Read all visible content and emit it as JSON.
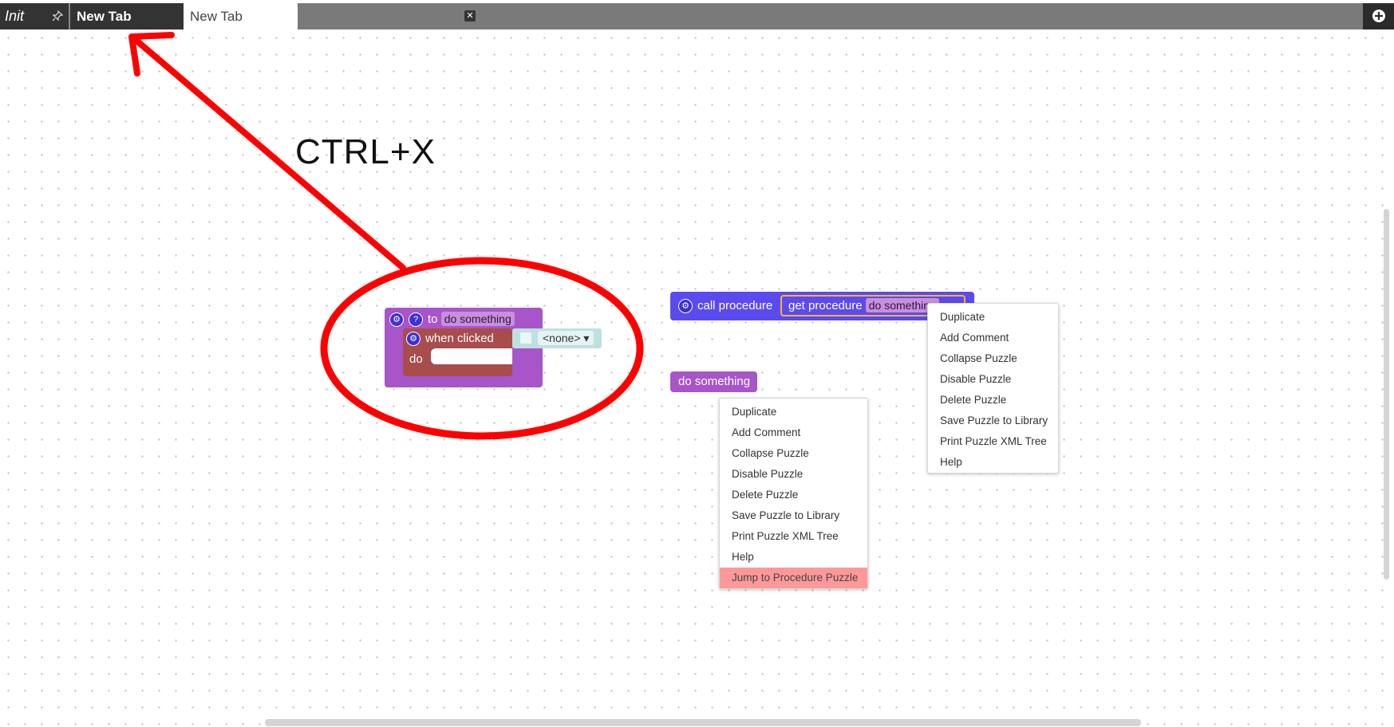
{
  "tabs": {
    "init_label": "Init",
    "pin_icon": "pin-icon",
    "tab1_label": "New Tab",
    "tab2_label": "New Tab",
    "close_icon": "close-icon",
    "add_icon": "plus-icon"
  },
  "annotation": {
    "shortcut_text": "CTRL+X",
    "color": "#ff0000"
  },
  "blocks": {
    "proc_def": {
      "prefix": "to",
      "name": "do something"
    },
    "when_clicked": {
      "label": "when clicked",
      "do_label": "do",
      "value": "<none>"
    },
    "call_procedure": {
      "label": "call procedure",
      "get_label": "get procedure",
      "get_value": "do something"
    },
    "do_something": {
      "label": "do something"
    }
  },
  "context_menu_1": {
    "items": [
      "Duplicate",
      "Add Comment",
      "Collapse Puzzle",
      "Disable Puzzle",
      "Delete Puzzle",
      "Save Puzzle to Library",
      "Print Puzzle XML Tree",
      "Help"
    ]
  },
  "context_menu_2": {
    "items": [
      "Duplicate",
      "Add Comment",
      "Collapse Puzzle",
      "Disable Puzzle",
      "Delete Puzzle",
      "Save Puzzle to Library",
      "Print Puzzle XML Tree",
      "Help",
      "Jump to Procedure Puzzle"
    ],
    "highlighted": "Jump to Procedure Puzzle"
  },
  "colors": {
    "proc_purple": "#a855c9",
    "event_red": "#a84c4c",
    "call_blue": "#5b4af0",
    "highlight": "#ff9999"
  }
}
